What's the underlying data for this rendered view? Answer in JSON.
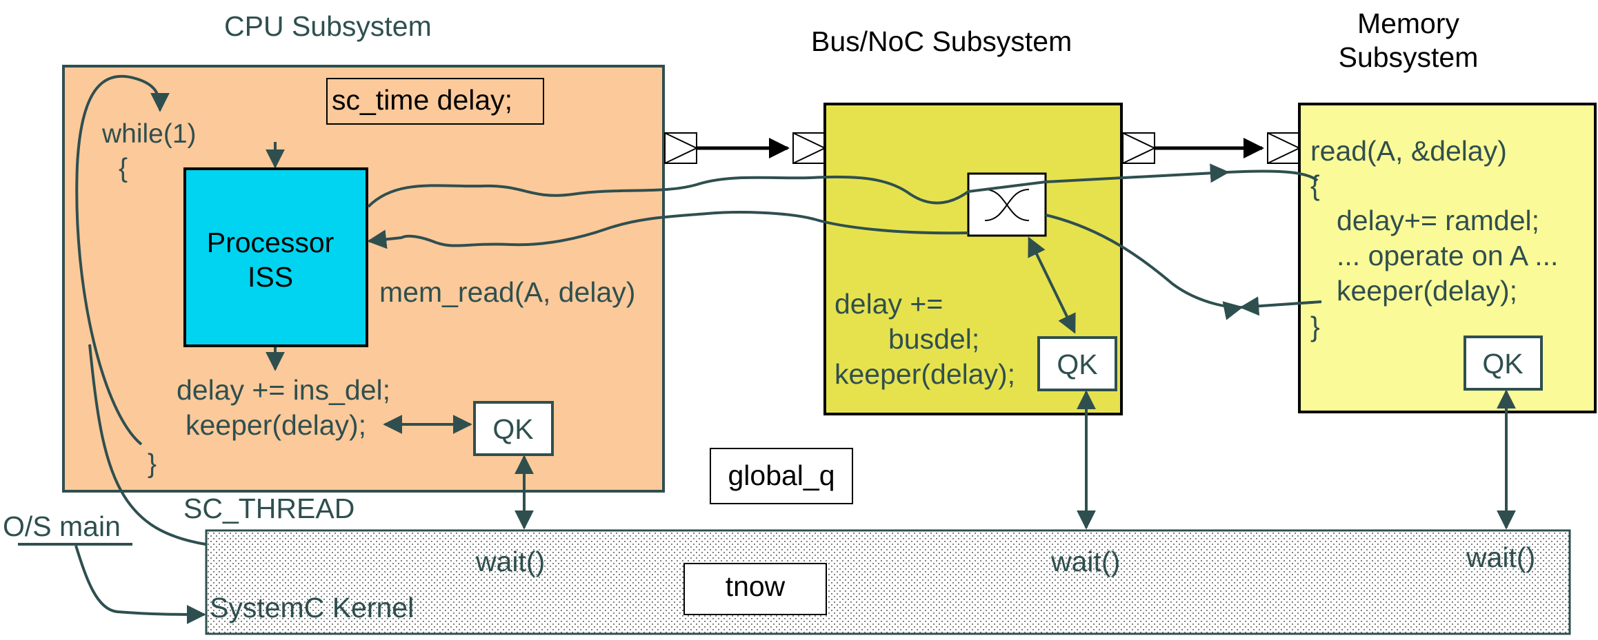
{
  "colors": {
    "ink": "#2f4f4f",
    "cpu_fill": "#fcc99a",
    "iss_fill": "#00d4f0",
    "bus_fill": "#e6e24e",
    "mem_fill": "#fbfa98",
    "border": "#000000"
  },
  "cpu": {
    "title": "CPU Subsystem",
    "decl": "sc_time delay;",
    "loop_head": "while(1)",
    "brace_open": "{",
    "brace_close": "}",
    "iss_line1": "Processor",
    "iss_line2": "ISS",
    "mem_read": "mem_read(A, delay)",
    "delay_line": "delay += ins_del;",
    "keeper_line": "keeper(delay);",
    "qk": "QK",
    "thread": "SC_THREAD"
  },
  "bus": {
    "title": "Bus/NoC Subsystem",
    "delay_line1": "delay +=",
    "delay_line2": "busdel;",
    "keeper_line": "keeper(delay);",
    "qk": "QK"
  },
  "mem": {
    "title_line1": "Memory",
    "title_line2": "Subsystem",
    "read_line": "read(A, &delay)",
    "brace_open": "{",
    "delay_line": "delay+= ramdel;",
    "operate_line": "... operate on A ...",
    "keeper_line": "keeper(delay);",
    "brace_close": "}",
    "qk": "QK"
  },
  "global_q": "global_q",
  "os_main": "O/S main",
  "kernel": {
    "label": "SystemC Kernel",
    "wait1": "wait()",
    "wait2": "wait()",
    "wait3": "wait()",
    "tnow": "tnow"
  }
}
